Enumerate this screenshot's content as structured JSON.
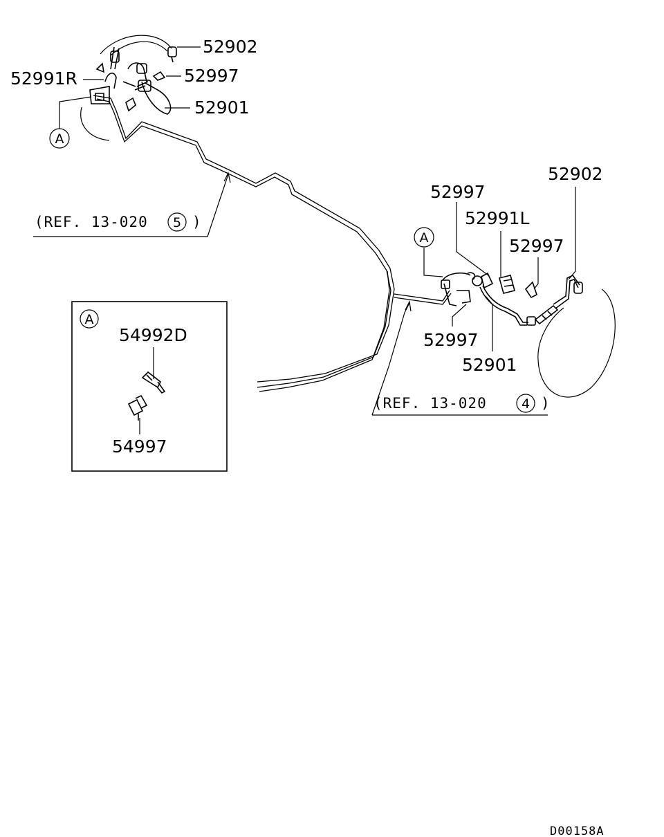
{
  "diagram": {
    "labels": {
      "top_hose": "52902",
      "top_bracket": "52991R",
      "top_clip": "52997",
      "top_line": "52901",
      "mid_clip": "52997",
      "mid_bracket": "52991L",
      "mid_clip_right": "52997",
      "right_hose": "52902",
      "lower_clip": "52997",
      "lower_line": "52901",
      "detail_valve": "54992D",
      "detail_bolt": "54997"
    },
    "refs": {
      "ref_upper": "(REF. 13-020",
      "ref_upper_num": "5",
      "ref_lower": "(REF. 13-020",
      "ref_lower_num": "4",
      "close_paren": ")"
    },
    "callouts": {
      "upper_a": "A",
      "mid_a": "A",
      "detail_a": "A"
    },
    "drawing_code": "D00158A"
  }
}
